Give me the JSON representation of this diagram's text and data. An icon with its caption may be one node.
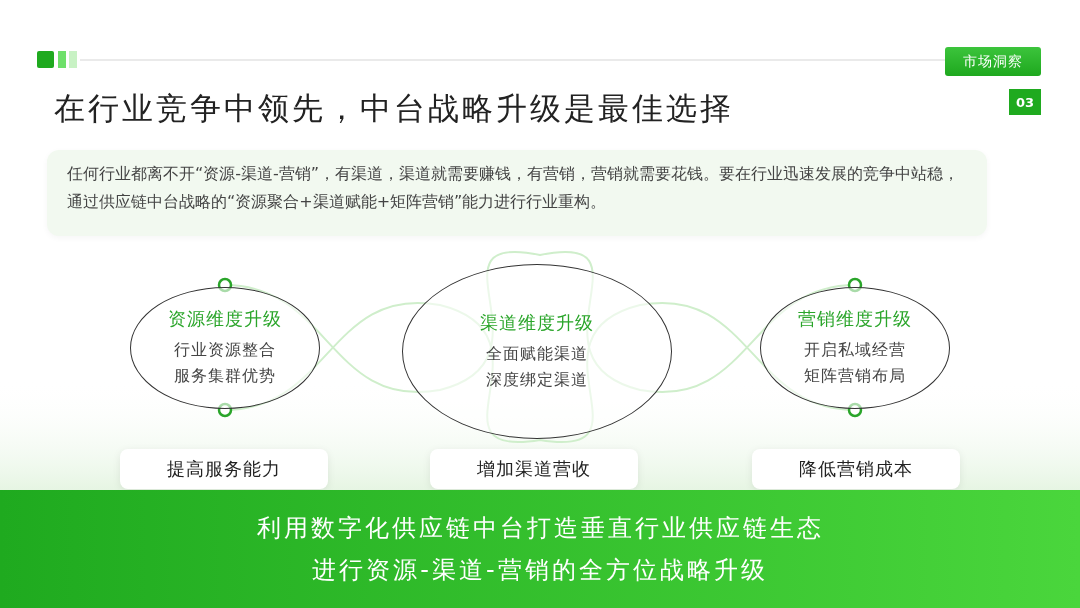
{
  "diagram": {
    "title": "在行业竞争中领先，中台战略升级是最佳选择",
    "nodes": [
      {
        "text": [
          "市场洞察"
        ]
      },
      {
        "text": [
          "03"
        ]
      },
      {
        "text": [
          "任何行业都离不开“资源-渠道-营销”，有渠道，渠道就需要赚钱，有营销，营销就需要花钱。要在行业迅速发展的竞争中站稳，通过供应链中台战略的“资源聚合+渠道赋能+矩阵营销”能力进行行业重构。"
        ]
      },
      {
        "text": [
          "资源维度升级",
          "行业资源整合",
          "服务集群优势"
        ]
      },
      {
        "text": [
          "渠道维度升级",
          "全面赋能渠道",
          "深度绑定渠道"
        ]
      },
      {
        "text": [
          "营销维度升级",
          "开启私域经营",
          "矩阵营销布局"
        ]
      },
      {
        "text": [
          "提高服务能力"
        ]
      },
      {
        "text": [
          "增加渠道营收"
        ]
      },
      {
        "text": [
          "降低营销成本"
        ]
      },
      {
        "text": [
          "利用数字化供应链中台打造垂直行业供应链生态",
          "进行资源-渠道-营销的全方位战略升级"
        ]
      }
    ]
  }
}
